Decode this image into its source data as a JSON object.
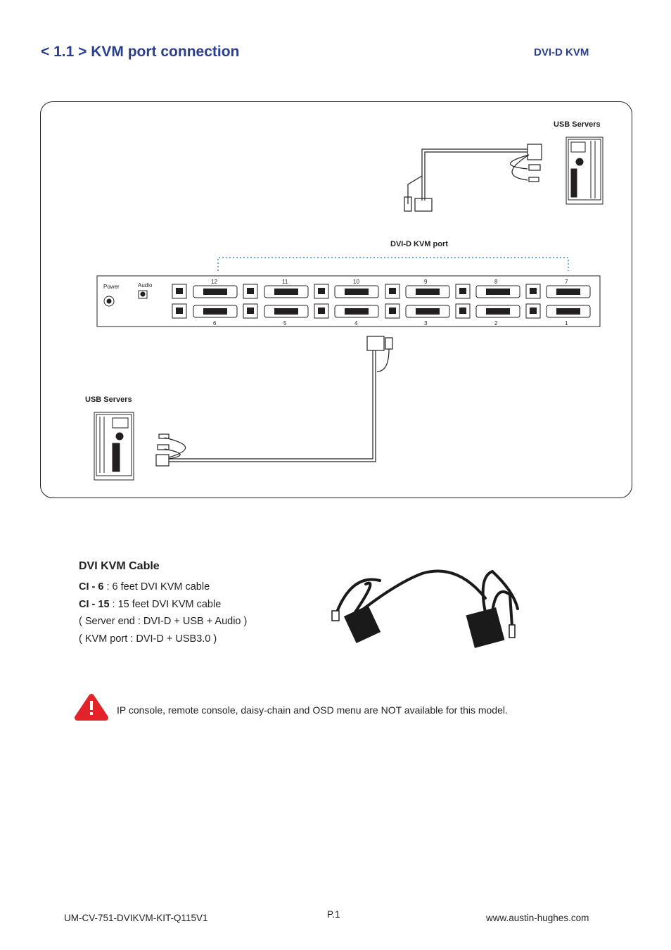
{
  "header": {
    "title": "< 1.1 > KVM port connection",
    "model": "DVI-D  KVM"
  },
  "diagram": {
    "usb_servers_top": "USB Servers",
    "usb_servers_bottom": "USB Servers",
    "kvm_port_label": "DVI-D  KVM port",
    "power_label": "Power",
    "audio_label": "Audio",
    "ports_top": [
      "12",
      "11",
      "10",
      "9",
      "8",
      "7"
    ],
    "ports_bottom": [
      "6",
      "5",
      "4",
      "3",
      "2",
      "1"
    ]
  },
  "cable": {
    "title": "DVI  KVM   Cable",
    "line1_code": "CI - 6",
    "line1_text": " : 6 feet DVI KVM cable",
    "line2_code": "CI - 15",
    "line2_text": " : 15 feet DVI KVM cable",
    "line3": "( Server end : DVI-D + USB + Audio )",
    "line4": "( KVM port : DVI-D + USB3.0 )"
  },
  "warning": {
    "text": "IP console, remote console, daisy-chain and OSD menu are NOT available for this model."
  },
  "footer": {
    "doc_code": "UM-CV-751-DVIKVM-KIT-Q115V1",
    "page": "P.1",
    "website": "www.austin-hughes.com"
  },
  "colors": {
    "title_blue": "#2b3f8f",
    "warning_red": "#e2232a",
    "dotted_blue": "#3a8fc8"
  }
}
